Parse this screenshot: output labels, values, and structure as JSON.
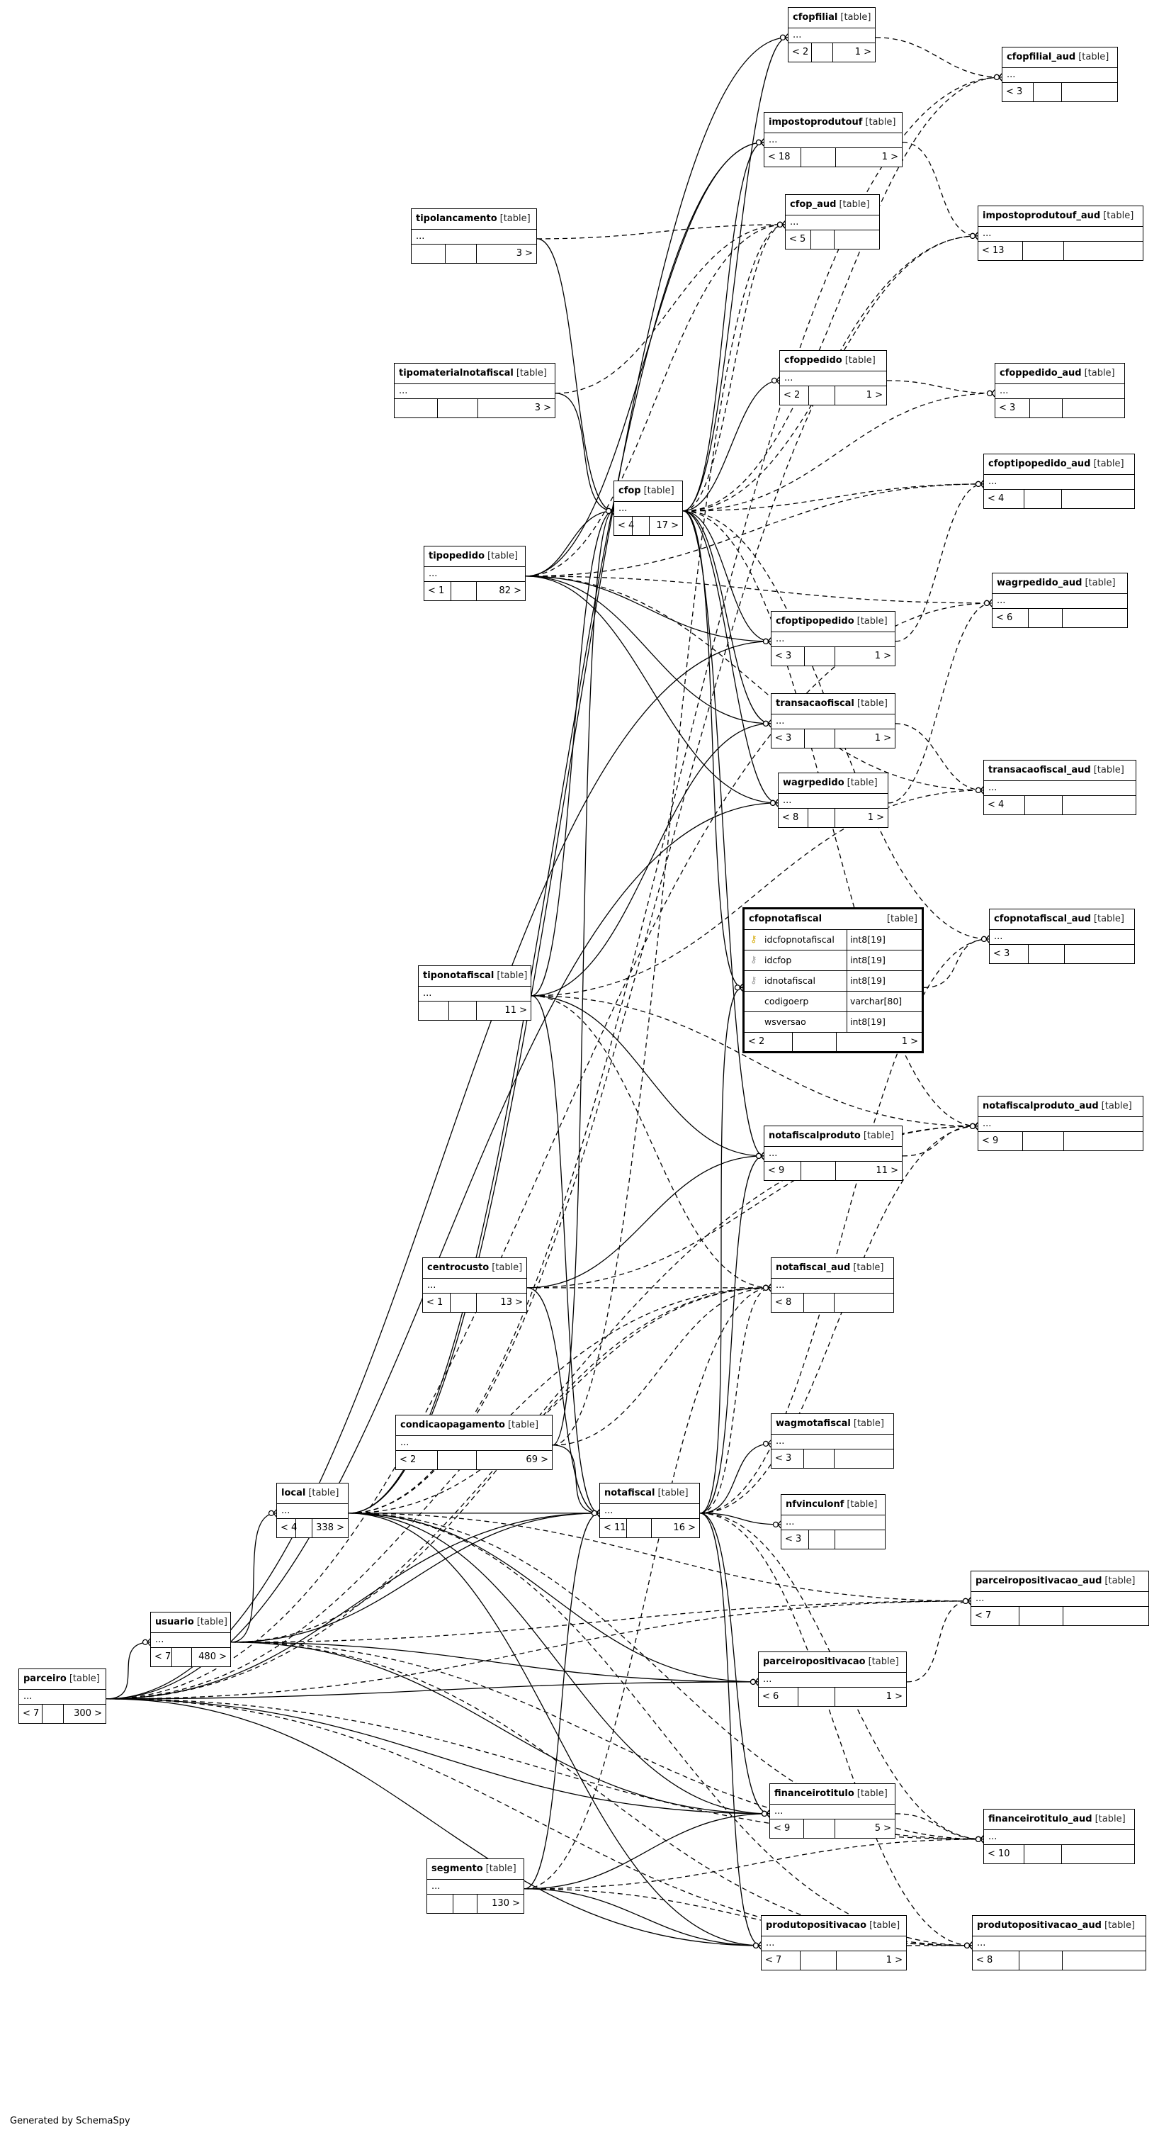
{
  "generator_note": "Generated by SchemaSpy",
  "kind_label": "[table]",
  "dots": "...",
  "tables": [
    {
      "id": "cfopfilial",
      "name": "cfopfilial",
      "left": "< 2",
      "right": "1 >"
    },
    {
      "id": "cfopfilial_aud",
      "name": "cfopfilial_aud",
      "left": "< 3",
      "right": ""
    },
    {
      "id": "impostoprodutouf",
      "name": "impostoprodutouf",
      "left": "< 18",
      "right": "1 >"
    },
    {
      "id": "impostoprodutouf_aud",
      "name": "impostoprodutouf_aud",
      "left": "< 13",
      "right": ""
    },
    {
      "id": "tipolancamento",
      "name": "tipolancamento",
      "left": "",
      "right": "3 >"
    },
    {
      "id": "cfop_aud",
      "name": "cfop_aud",
      "left": "< 5",
      "right": ""
    },
    {
      "id": "tipomaterialnotafiscal",
      "name": "tipomaterialnotafiscal",
      "left": "",
      "right": "3 >"
    },
    {
      "id": "cfoppedido",
      "name": "cfoppedido",
      "left": "< 2",
      "right": "1 >"
    },
    {
      "id": "cfoppedido_aud",
      "name": "cfoppedido_aud",
      "left": "< 3",
      "right": ""
    },
    {
      "id": "cfop",
      "name": "cfop",
      "left": "< 4",
      "right": "17 >"
    },
    {
      "id": "cfoptipopedido_aud",
      "name": "cfoptipopedido_aud",
      "left": "< 4",
      "right": ""
    },
    {
      "id": "tipopedido",
      "name": "tipopedido",
      "left": "< 1",
      "right": "82 >"
    },
    {
      "id": "wagrpedido_aud",
      "name": "wagrpedido_aud",
      "left": "< 6",
      "right": ""
    },
    {
      "id": "cfoptipopedido",
      "name": "cfoptipopedido",
      "left": "< 3",
      "right": "1 >"
    },
    {
      "id": "transacaofiscal",
      "name": "transacaofiscal",
      "left": "< 3",
      "right": "1 >"
    },
    {
      "id": "transacaofiscal_aud",
      "name": "transacaofiscal_aud",
      "left": "< 4",
      "right": ""
    },
    {
      "id": "wagrpedido",
      "name": "wagrpedido",
      "left": "< 8",
      "right": "1 >"
    },
    {
      "id": "cfopnotafiscal_aud",
      "name": "cfopnotafiscal_aud",
      "left": "< 3",
      "right": ""
    },
    {
      "id": "tiponotafiscal",
      "name": "tiponotafiscal",
      "left": "",
      "right": "11 >"
    },
    {
      "id": "notafiscalproduto_aud",
      "name": "notafiscalproduto_aud",
      "left": "< 9",
      "right": ""
    },
    {
      "id": "notafiscalproduto",
      "name": "notafiscalproduto",
      "left": "< 9",
      "right": "11 >"
    },
    {
      "id": "centrocusto",
      "name": "centrocusto",
      "left": "< 1",
      "right": "13 >"
    },
    {
      "id": "notafiscal_aud",
      "name": "notafiscal_aud",
      "left": "< 8",
      "right": ""
    },
    {
      "id": "condicaopagamento",
      "name": "condicaopagamento",
      "left": "< 2",
      "right": "69 >"
    },
    {
      "id": "wagmotafiscal",
      "name": "wagmotafiscal",
      "left": "< 3",
      "right": ""
    },
    {
      "id": "local",
      "name": "local",
      "left": "< 4",
      "right": "338 >"
    },
    {
      "id": "notafiscal",
      "name": "notafiscal",
      "left": "< 11",
      "right": "16 >"
    },
    {
      "id": "nfvinculonf",
      "name": "nfvinculonf",
      "left": "< 3",
      "right": ""
    },
    {
      "id": "parceiropositivacao_aud",
      "name": "parceiropositivacao_aud",
      "left": "< 7",
      "right": ""
    },
    {
      "id": "usuario",
      "name": "usuario",
      "left": "< 7",
      "right": "480 >"
    },
    {
      "id": "parceiro",
      "name": "parceiro",
      "left": "< 7",
      "right": "300 >"
    },
    {
      "id": "parceiropositivacao",
      "name": "parceiropositivacao",
      "left": "< 6",
      "right": "1 >"
    },
    {
      "id": "financeirotitulo",
      "name": "financeirotitulo",
      "left": "< 9",
      "right": "5 >"
    },
    {
      "id": "financeirotitulo_aud",
      "name": "financeirotitulo_aud",
      "left": "< 10",
      "right": ""
    },
    {
      "id": "segmento",
      "name": "segmento",
      "left": "",
      "right": "130 >"
    },
    {
      "id": "produtopositivacao",
      "name": "produtopositivacao",
      "left": "< 7",
      "right": "1 >"
    },
    {
      "id": "produtopositivacao_aud",
      "name": "produtopositivacao_aud",
      "left": "< 8",
      "right": ""
    }
  ],
  "focus_table": {
    "id": "cfopnotafiscal",
    "name": "cfopnotafiscal",
    "left": "< 2",
    "right": "1 >",
    "columns": [
      {
        "name": "idcfopnotafiscal",
        "type": "int8[19]",
        "key": "primary"
      },
      {
        "name": "idcfop",
        "type": "int8[19]",
        "key": "foreign"
      },
      {
        "name": "idnotafiscal",
        "type": "int8[19]",
        "key": "foreign"
      },
      {
        "name": "codigoerp",
        "type": "varchar[80]",
        "key": "none"
      },
      {
        "name": "wsversao",
        "type": "int8[19]",
        "key": "none"
      }
    ]
  },
  "relationships": [
    {
      "from": "cfop",
      "to": "cfopfilial",
      "style": "solid"
    },
    {
      "from": "cfop",
      "to": "impostoprodutouf",
      "style": "solid"
    },
    {
      "from": "cfop",
      "to": "cfoppedido",
      "style": "solid"
    },
    {
      "from": "cfop",
      "to": "cfoptipopedido",
      "style": "solid"
    },
    {
      "from": "cfop",
      "to": "transacaofiscal",
      "style": "solid"
    },
    {
      "from": "cfop",
      "to": "wagrpedido",
      "style": "solid"
    },
    {
      "from": "cfop",
      "to": "cfopnotafiscal",
      "style": "solid"
    },
    {
      "from": "cfop",
      "to": "notafiscalproduto",
      "style": "solid"
    },
    {
      "from": "tipolancamento",
      "to": "cfop",
      "style": "solid"
    },
    {
      "from": "tipomaterialnotafiscal",
      "to": "cfop",
      "style": "solid"
    },
    {
      "from": "tipopedido",
      "to": "cfop",
      "style": "solid"
    },
    {
      "from": "tipopedido",
      "to": "cfoptipopedido",
      "style": "solid"
    },
    {
      "from": "tipopedido",
      "to": "transacaofiscal",
      "style": "solid"
    },
    {
      "from": "tipopedido",
      "to": "wagrpedido",
      "style": "solid"
    },
    {
      "from": "tipopedido",
      "to": "impostoprodutouf",
      "style": "solid"
    },
    {
      "from": "tiponotafiscal",
      "to": "cfop",
      "style": "solid"
    },
    {
      "from": "tiponotafiscal",
      "to": "transacaofiscal",
      "style": "solid"
    },
    {
      "from": "tiponotafiscal",
      "to": "notafiscalproduto",
      "style": "solid"
    },
    {
      "from": "tiponotafiscal",
      "to": "notafiscal",
      "style": "solid"
    },
    {
      "from": "centrocusto",
      "to": "notafiscalproduto",
      "style": "solid"
    },
    {
      "from": "centrocusto",
      "to": "notafiscal",
      "style": "solid"
    },
    {
      "from": "condicaopagamento",
      "to": "cfop",
      "style": "solid"
    },
    {
      "from": "condicaopagamento",
      "to": "notafiscal",
      "style": "solid"
    },
    {
      "from": "notafiscal",
      "to": "cfopnotafiscal",
      "style": "solid"
    },
    {
      "from": "notafiscal",
      "to": "notafiscalproduto",
      "style": "solid"
    },
    {
      "from": "notafiscal",
      "to": "wagmotafiscal",
      "style": "solid"
    },
    {
      "from": "notafiscal",
      "to": "nfvinculonf",
      "style": "solid"
    },
    {
      "from": "notafiscal",
      "to": "financeirotitulo",
      "style": "solid"
    },
    {
      "from": "notafiscal",
      "to": "produtopositivacao",
      "style": "solid"
    },
    {
      "from": "local",
      "to": "notafiscal",
      "style": "solid"
    },
    {
      "from": "local",
      "to": "cfopfilial",
      "style": "solid"
    },
    {
      "from": "local",
      "to": "impostoprodutouf",
      "style": "solid"
    },
    {
      "from": "local",
      "to": "parceiropositivacao",
      "style": "solid"
    },
    {
      "from": "local",
      "to": "financeirotitulo",
      "style": "solid"
    },
    {
      "from": "local",
      "to": "produtopositivacao",
      "style": "solid"
    },
    {
      "from": "usuario",
      "to": "local",
      "style": "solid"
    },
    {
      "from": "usuario",
      "to": "notafiscal",
      "style": "solid"
    },
    {
      "from": "usuario",
      "to": "parceiropositivacao",
      "style": "solid"
    },
    {
      "from": "usuario",
      "to": "financeirotitulo",
      "style": "solid"
    },
    {
      "from": "parceiro",
      "to": "usuario",
      "style": "solid"
    },
    {
      "from": "parceiro",
      "to": "notafiscal",
      "style": "solid"
    },
    {
      "from": "parceiro",
      "to": "wagrpedido",
      "style": "solid"
    },
    {
      "from": "parceiro",
      "to": "cfoptipopedido",
      "style": "solid"
    },
    {
      "from": "parceiro",
      "to": "parceiropositivacao",
      "style": "solid"
    },
    {
      "from": "parceiro",
      "to": "financeirotitulo",
      "style": "solid"
    },
    {
      "from": "parceiro",
      "to": "produtopositivacao",
      "style": "solid"
    },
    {
      "from": "segmento",
      "to": "notafiscal",
      "style": "solid"
    },
    {
      "from": "segmento",
      "to": "financeirotitulo",
      "style": "solid"
    },
    {
      "from": "segmento",
      "to": "produtopositivacao",
      "style": "solid"
    },
    {
      "from": "cfopfilial",
      "to": "cfopfilial_aud",
      "style": "dashed"
    },
    {
      "from": "impostoprodutouf",
      "to": "impostoprodutouf_aud",
      "style": "dashed"
    },
    {
      "from": "cfoppedido",
      "to": "cfoppedido_aud",
      "style": "dashed"
    },
    {
      "from": "cfop",
      "to": "cfop_aud",
      "style": "dashed"
    },
    {
      "from": "cfop",
      "to": "cfoptipopedido_aud",
      "style": "dashed"
    },
    {
      "from": "cfoptipopedido",
      "to": "cfoptipopedido_aud",
      "style": "dashed"
    },
    {
      "from": "wagrpedido",
      "to": "wagrpedido_aud",
      "style": "dashed"
    },
    {
      "from": "transacaofiscal",
      "to": "transacaofiscal_aud",
      "style": "dashed"
    },
    {
      "from": "cfopnotafiscal",
      "to": "cfopnotafiscal_aud",
      "style": "dashed"
    },
    {
      "from": "notafiscalproduto",
      "to": "notafiscalproduto_aud",
      "style": "dashed"
    },
    {
      "from": "notafiscal",
      "to": "notafiscal_aud",
      "style": "dashed"
    },
    {
      "from": "parceiropositivacao",
      "to": "parceiropositivacao_aud",
      "style": "dashed"
    },
    {
      "from": "financeirotitulo",
      "to": "financeirotitulo_aud",
      "style": "dashed"
    },
    {
      "from": "produtopositivacao",
      "to": "produtopositivacao_aud",
      "style": "dashed"
    },
    {
      "from": "tipolancamento",
      "to": "cfop_aud",
      "style": "dashed"
    },
    {
      "from": "tipomaterialnotafiscal",
      "to": "cfop_aud",
      "style": "dashed"
    },
    {
      "from": "tipopedido",
      "to": "cfop_aud",
      "style": "dashed"
    },
    {
      "from": "tipopedido",
      "to": "wagrpedido_aud",
      "style": "dashed"
    },
    {
      "from": "tipopedido",
      "to": "cfoptipopedido_aud",
      "style": "dashed"
    },
    {
      "from": "tipopedido",
      "to": "transacaofiscal_aud",
      "style": "dashed"
    },
    {
      "from": "tiponotafiscal",
      "to": "notafiscal_aud",
      "style": "dashed"
    },
    {
      "from": "tiponotafiscal",
      "to": "transacaofiscal_aud",
      "style": "dashed"
    },
    {
      "from": "tiponotafiscal",
      "to": "notafiscalproduto_aud",
      "style": "dashed"
    },
    {
      "from": "centrocusto",
      "to": "notafiscal_aud",
      "style": "dashed"
    },
    {
      "from": "centrocusto",
      "to": "notafiscalproduto_aud",
      "style": "dashed"
    },
    {
      "from": "condicaopagamento",
      "to": "notafiscal_aud",
      "style": "dashed"
    },
    {
      "from": "condicaopagamento",
      "to": "cfop_aud",
      "style": "dashed"
    },
    {
      "from": "local",
      "to": "notafiscal_aud",
      "style": "dashed"
    },
    {
      "from": "local",
      "to": "cfopfilial_aud",
      "style": "dashed"
    },
    {
      "from": "local",
      "to": "impostoprodutouf_aud",
      "style": "dashed"
    },
    {
      "from": "local",
      "to": "parceiropositivacao_aud",
      "style": "dashed"
    },
    {
      "from": "local",
      "to": "financeirotitulo_aud",
      "style": "dashed"
    },
    {
      "from": "local",
      "to": "produtopositivacao_aud",
      "style": "dashed"
    },
    {
      "from": "usuario",
      "to": "notafiscal_aud",
      "style": "dashed"
    },
    {
      "from": "usuario",
      "to": "parceiropositivacao_aud",
      "style": "dashed"
    },
    {
      "from": "usuario",
      "to": "financeirotitulo_aud",
      "style": "dashed"
    },
    {
      "from": "usuario",
      "to": "produtopositivacao_aud",
      "style": "dashed"
    },
    {
      "from": "parceiro",
      "to": "notafiscal_aud",
      "style": "dashed"
    },
    {
      "from": "parceiro",
      "to": "notafiscalproduto_aud",
      "style": "dashed"
    },
    {
      "from": "parceiro",
      "to": "parceiropositivacao_aud",
      "style": "dashed"
    },
    {
      "from": "parceiro",
      "to": "financeirotitulo_aud",
      "style": "dashed"
    },
    {
      "from": "parceiro",
      "to": "produtopositivacao_aud",
      "style": "dashed"
    },
    {
      "from": "parceiro",
      "to": "wagrpedido_aud",
      "style": "dashed"
    },
    {
      "from": "segmento",
      "to": "notafiscal_aud",
      "style": "dashed"
    },
    {
      "from": "segmento",
      "to": "financeirotitulo_aud",
      "style": "dashed"
    },
    {
      "from": "segmento",
      "to": "produtopositivacao_aud",
      "style": "dashed"
    },
    {
      "from": "notafiscal",
      "to": "cfopnotafiscal_aud",
      "style": "dashed"
    },
    {
      "from": "cfop",
      "to": "cfopnotafiscal_aud",
      "style": "dashed"
    },
    {
      "from": "notafiscal",
      "to": "notafiscalproduto_aud",
      "style": "dashed"
    },
    {
      "from": "notafiscal",
      "to": "financeirotitulo_aud",
      "style": "dashed"
    },
    {
      "from": "notafiscal",
      "to": "produtopositivacao_aud",
      "style": "dashed"
    },
    {
      "from": "cfop",
      "to": "impostoprodutouf_aud",
      "style": "dashed"
    },
    {
      "from": "cfop",
      "to": "cfopfilial_aud",
      "style": "dashed"
    },
    {
      "from": "cfop",
      "to": "cfoppedido_aud",
      "style": "dashed"
    },
    {
      "from": "cfop",
      "to": "notafiscalproduto_aud",
      "style": "dashed"
    }
  ]
}
